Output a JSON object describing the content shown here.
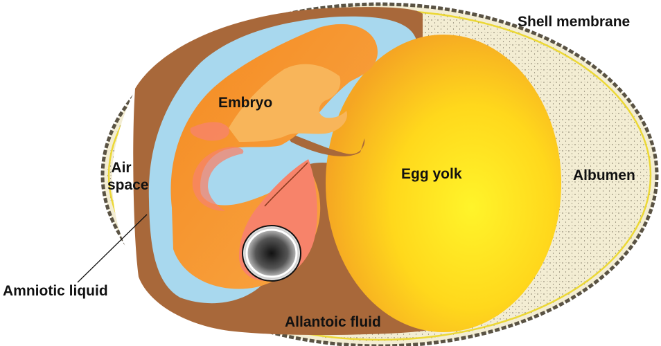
{
  "labels": {
    "shell_membrane": "Shell membrane",
    "embryo": "Embryo",
    "egg_yolk": "Egg yolk",
    "albumen": "Albumen",
    "air": "Air",
    "space": "space",
    "amniotic_liquid": "Amniotic liquid",
    "allantoic_fluid": "Allantoic fluid"
  },
  "colors": {
    "shell_fill": "#f3edd3",
    "shell_stipple": "#6b6350",
    "shell_outline": "#5a5344",
    "membrane_line": "#ecd836",
    "allantois_brown": "#a8683a",
    "amniotic_blue": "#a8d8ee",
    "embryo_orange": "#f59a2e",
    "embryo_light": "#f8b55a",
    "embryo_pink": "#f7836a",
    "yolk_center": "#fff126",
    "yolk_edge": "#f5a623",
    "eye_dark": "#111111",
    "text": "#111111"
  }
}
